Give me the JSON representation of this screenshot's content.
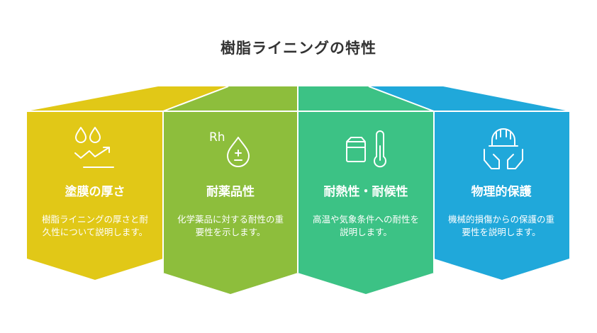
{
  "title": "樹脂ライニングの特性",
  "colors": {
    "yellow": "#E1C817",
    "green": "#8DBE3C",
    "teal": "#3CC285",
    "blue": "#20A8DA",
    "title": "#333333"
  },
  "panels": [
    {
      "title": "塗膜の厚さ",
      "description": "樹脂ライニングの厚さと耐久性について説明します。",
      "icon": "water-drops-trend-icon"
    },
    {
      "title": "耐薬品性",
      "description": "化学薬品に対する耐性の重要性を示します。",
      "icon": "chemical-drop-icon",
      "icon_text": "Rh"
    },
    {
      "title": "耐熱性・耐候性",
      "description": "高温や気象条件への耐性を説明します。",
      "icon": "box-thermometer-icon"
    },
    {
      "title": "物理的保護",
      "description": "機械的損傷からの保護の重要性を説明します。",
      "icon": "hardhat-hands-icon"
    }
  ]
}
